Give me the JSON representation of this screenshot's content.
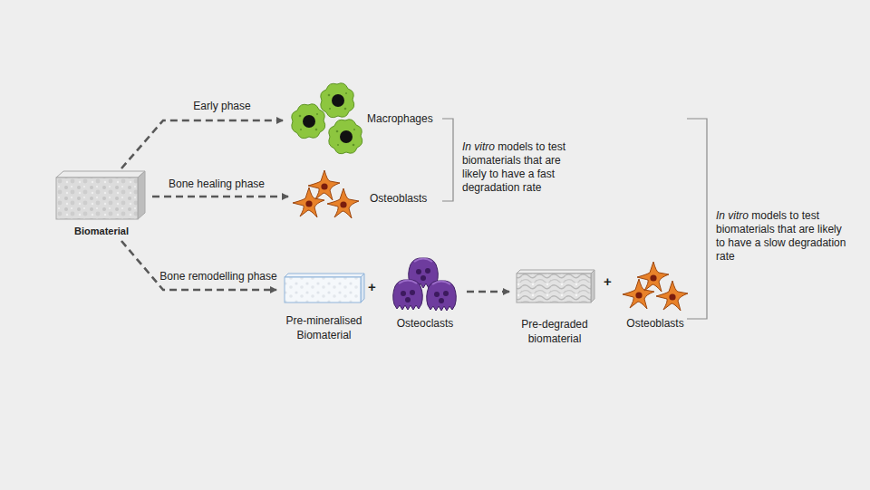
{
  "diagram": {
    "nodes": [
      {
        "text": [
          "Biomaterial"
        ]
      },
      {
        "text": [
          "Macrophages"
        ]
      },
      {
        "text": [
          "Osteoblasts"
        ]
      },
      {
        "text": [
          "Pre-mineralised Biomaterial"
        ]
      },
      {
        "text": [
          "Osteoclasts"
        ]
      },
      {
        "text": [
          "Pre-degraded biomaterial"
        ]
      },
      {
        "text": [
          "Osteoblasts"
        ]
      }
    ],
    "edges": [
      {
        "from": 0,
        "to": 1,
        "label": "Early phase",
        "arrow": "to"
      },
      {
        "from": 0,
        "to": 2,
        "label": "Bone healing phase",
        "arrow": "to"
      },
      {
        "from": 0,
        "to": 3,
        "label": "Bone remodelling phase",
        "arrow": "to"
      },
      {
        "from": 4,
        "to": 5,
        "arrow": "to"
      }
    ],
    "labels": [
      "+",
      "+",
      "In vitro models to test biomaterials that are likely to have a fast degradation rate",
      "In vitro models to test biomaterials that are likely to have a slow degradation rate"
    ]
  }
}
